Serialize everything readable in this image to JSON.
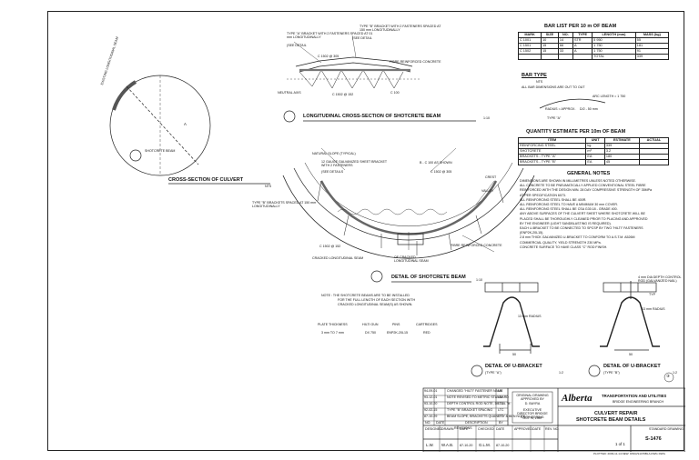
{
  "sheet_number": "③",
  "titles": {
    "long_section": "LONGITUDINAL CROSS-SECTION OF SHOTCRETE BEAM",
    "long_section_scale": "1:10",
    "culvert_section": "CROSS-SECTION OF CULVERT",
    "culvert_section_scale": "NTS",
    "detail_shotcrete": "DETAIL OF SHOTCRETE BEAM",
    "detail_shotcrete_scale": "1:10",
    "detail_a": "DETAIL OF U-BRACKET",
    "detail_a_type": "(TYPE \"A\")",
    "detail_a_scale": "1:2",
    "detail_b": "DETAIL OF U-BRACKET",
    "detail_b_type": "(TYPE \"B\")",
    "detail_b_scale": "1:2"
  },
  "callouts": {
    "long_type_a": "TYPE \"A\" BRACKET WITH 2 FASTENERS SPACED AT 01 mm LONGITUDINALLY",
    "long_see_detail": "(SEE DETAIL",
    "long_type_b": "TYPE \"B\" BRACKET WITH 2 FASTENERS SPACED AT 150 mm LONGITUDINALLY",
    "long_see_detail_b": "(SEE DETAIL",
    "long_bar1": "C 1502 @ 305",
    "long_frc": "FIBRE REINFORCED CONCRETE",
    "long_neutral": "NEUTRAL AXIS",
    "long_bar2": "C 1502 @ 152",
    "long_c100": "C 100",
    "culvert_label": "EXISTING LONGITUDINAL SEAM",
    "culvert_shotcrete": "SHOTCRETE BEAM",
    "culvert_a": "A",
    "det_natural": "NATURAL SLOPE (TYPICAL)",
    "det_gauge": "12 GAUGE GALVANIZED SHEET BRACKET WITH 2 FASTENERS",
    "det_see": "(SEE DETAILS",
    "det_typeb": "TYPE \"B\" BRACKETS SPACED AT 150 mm LONGITUDINALLY",
    "det_bar_top": "B - C 100 AS SHOWN",
    "det_bar_c305": "C 1502 @ 305",
    "det_crest": "CREST",
    "det_valley": "VALLEY",
    "det_bar_152": "C 1502 @ 152",
    "det_cracked": "CRACKED LONGITUDINAL SEAM",
    "det_cracked2": "OF CRACKED LONGITUDINAL SEAM",
    "det_frc": "FIBRE REINFORCED CONCRETE",
    "det_note1": "NOTE :  THE SHOTCRETE BEAMS ARE TO BE INSTALLED",
    "det_note2": "FOR THE FULL LENGTH OF EACH SECTION WITH",
    "det_note3": "CRACKED LONGITUDINAL SEAM(S) AS SHOWN."
  },
  "plate_table": {
    "headers": [
      "PLATE THICKNESS",
      "HILTI GUN",
      "PINS",
      "CARTRIDGES"
    ],
    "row": [
      "3 mm TO 7 mm",
      "DX 750",
      "ENP2K-20L15",
      "RED"
    ]
  },
  "bar_list": {
    "title": "BAR LIST PER 10 m OF BEAM",
    "headers": [
      "MARK",
      "SIZE",
      "NO.",
      "TYPE",
      "LENGTH (mm)",
      "MASS (kg)"
    ],
    "rows": [
      [
        "C 1001",
        "10",
        "14",
        "STR",
        "5 950",
        "55"
      ],
      [
        "C 1501",
        "15",
        "66",
        "A",
        "1 750",
        "181"
      ],
      [
        "C 1502",
        "15",
        "33",
        "A",
        "1 750",
        "91"
      ],
      [
        "",
        "",
        "",
        "",
        "TOTAL",
        "339"
      ]
    ]
  },
  "bar_type": {
    "title": "BAR TYPE",
    "scale": "NTS",
    "note": "ALL BAR DIMENSIONS ARE OUT TO OUT",
    "arc": "ARC LENGTH = 1 750",
    "radius": "RADIUS = APPROX.",
    "radius_val": "D/2 - 50 mm",
    "type": "TYPE \"A\""
  },
  "quantity": {
    "title": "QUANTITY ESTIMATE PER 10m OF BEAM",
    "headers": [
      "ITEM",
      "UNIT",
      "ESTIMATE",
      "ACTUAL"
    ],
    "rows": [
      [
        "REINFORCING STEEL",
        "kg",
        "339",
        ""
      ],
      [
        "SHOTCRETE",
        "m³",
        "3.2",
        ""
      ],
      [
        "BRACKETS - TYPE \"A\"",
        "EA",
        "180",
        ""
      ],
      [
        "BRACKETS - TYPE \"B\"",
        "EA",
        "45",
        ""
      ]
    ]
  },
  "general_notes": {
    "title": "GENERAL NOTES",
    "lines": [
      "DIMENSIONS ARE SHOWN IN MILLIMETRES UNLESS NOTED OTHERWISE.",
      "ALL CONCRETE TO BE PNEUMATICALLY APPLIED CONVENTIONAL STEEL FIBRE",
      "REINFORCED WITH THE DESIGN MIN. 28 DAY COMPRESSIVE STRENGTH OF 35MPa",
      "AT PER SPECIFICATION 6073.",
      "ALL REINFORCING STEEL SHALL BE 400R.",
      "ALL REINFORCING STEEL TO HAVE A MINIMUM 30 mm COVER.",
      "ALL REINFORCING STEEL SHALL BE CSA G30.18 - GRADE 400.",
      "ANY ABOVE SURFACES OF THE CULVERT SHEET WHERE SHOTCRETE WILL BE",
      "PLACED SHALL BE THOROUGHLY CLEANED PRIOR TO PLACING AND APPROVED",
      "BY THE ENGINEER (LIGHT SANDBLASTING IS REQUIRED).",
      "EACH U-BRACKET TO BE CONNECTED TO SPCSP BY TWO \"HILTI\" FASTENERS",
      "(ENP2K-20L15).",
      "2.8 mm THICK GALVANIZED U-BRACKET TO CONFORM TO A.S.T.M. A526M",
      "COMMERCIAL QUALITY, YIELD STRENGTH 230 MPa.",
      "CONCRETE SURFACE TO HAVE CLASS \"C\" ROD FINISH."
    ]
  },
  "bracket_labels": {
    "a_radius": "13 mm RADIUS",
    "a_dim": "50",
    "b_depth": "4 mm DIA DEPTH CONTROL ROD (GALVANIZED NAIL)",
    "b_typ": "TYP",
    "b_radius": "13 mm RADIUS",
    "b_dim": "50"
  },
  "revisions": {
    "rows": [
      [
        "94-09-01",
        "CHANGED \"HILTI\" FASTENER NAME",
        "LN"
      ],
      [
        "93-12-01",
        "NOTE REVISED TO METRIC STANDARD",
        "LN"
      ],
      [
        "93-10-20",
        "DEPTH CONTROL ROD NOTE, DETAIL \"B\"",
        "LTC"
      ],
      [
        "92-02-15",
        "TYPE \"B\" BRACKET SPACING",
        "LTC"
      ],
      [
        "87-10-29",
        "BEAM SLOPE, BRACKETS QUANTITY & BEN NOTE",
        "LTC"
      ]
    ],
    "header": [
      "NO.",
      "DATE",
      "DESCRIPTION",
      "BY"
    ],
    "label": "REVISIONS"
  },
  "approval": {
    "line1": "ORIGINAL DRAWING APPROVED BY",
    "line2": "D. BAYRA",
    "line3": "EXECUTIVE DIRECTOR BRIDGE ENGINEERING",
    "date": "OCT. 6, 1987"
  },
  "org": {
    "brand": "Alberta",
    "dept": "TRANSPORTATION AND UTILITIES",
    "branch": "BRIDGE ENGINEERING BRANCH"
  },
  "drawing": {
    "title1": "CULVERT REPAIR",
    "title2": "SHOTCRETE BEAM DETAILS",
    "std_label": "STANDARD DRAWING",
    "number": "S-1476",
    "sheet": "1 of 1"
  },
  "sig_block": {
    "labels": [
      "DESIGNED",
      "DRAWN",
      "DATE",
      "CHECKED",
      "DATE",
      "APPROVED",
      "DATE",
      "REV. NO."
    ],
    "values": [
      "L.W.",
      "W.A.B.",
      "87-10-20",
      "G.L.M.",
      "87-10-20",
      "",
      "",
      ""
    ]
  },
  "footer": "PLOTTED: 2003-11-14  NEW: DWG/S1476BLA.DWG  DWG"
}
